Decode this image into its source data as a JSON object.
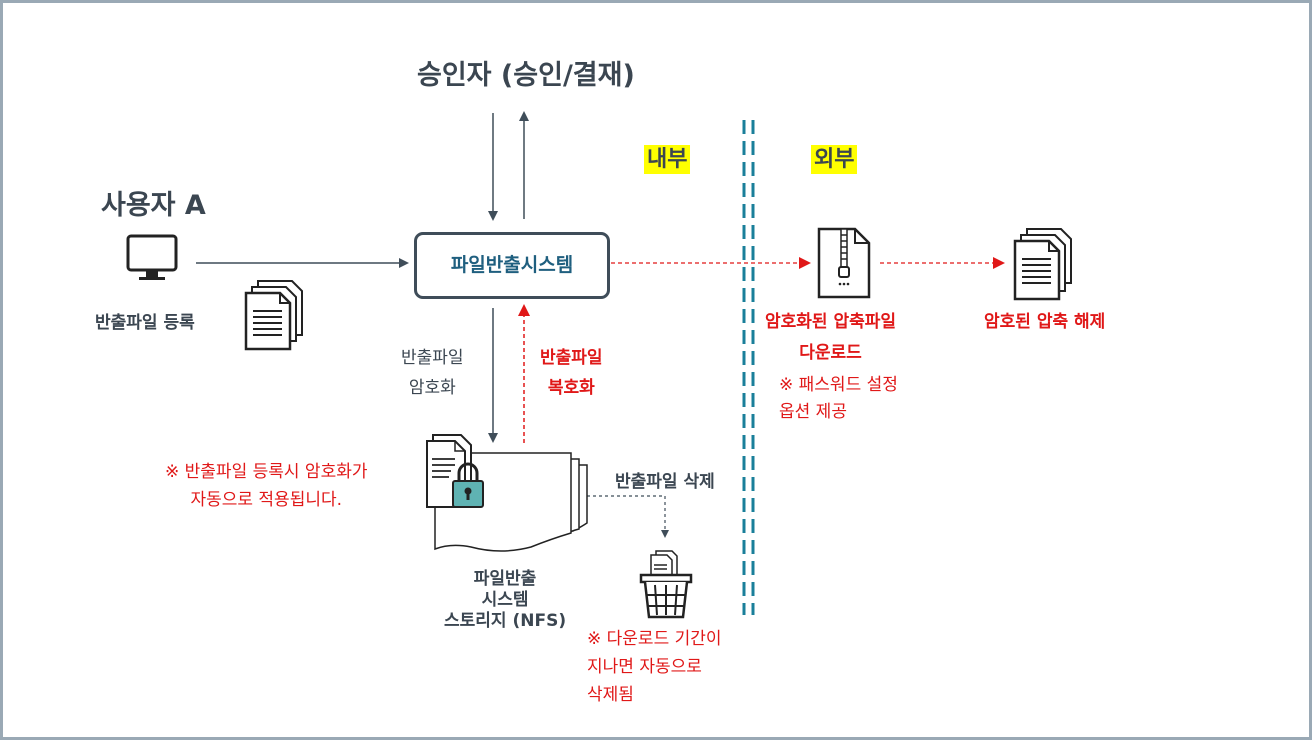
{
  "approver": {
    "title": "승인자 (승인/결재)"
  },
  "user": {
    "title": "사용자 A",
    "register_label": "반출파일 등록"
  },
  "zones": {
    "internal": "내부",
    "external": "외부"
  },
  "system": {
    "label": "파일반출시스템"
  },
  "flows": {
    "encrypt_line1": "반출파일",
    "encrypt_line2": "암호화",
    "decrypt_line1": "반출파일",
    "decrypt_line2": "복호화",
    "delete_label": "반출파일 삭제"
  },
  "notes": {
    "auto_encrypt_line1": "※ 반출파일 등록시 암호화가",
    "auto_encrypt_line2": "자동으로 적용됩니다.",
    "auto_delete_line1": "※ 다운로드 기간이",
    "auto_delete_line2": "지나면 자동으로",
    "auto_delete_line3": "삭제됨",
    "password_line1": "※ 패스워드 설정",
    "password_line2": "옵션 제공"
  },
  "storage": {
    "line1": "파일반출",
    "line2": "시스템",
    "line3": "스토리지 (NFS)"
  },
  "download": {
    "line1": "암호화된 압축파일",
    "line2": "다운로드"
  },
  "unzip": {
    "label": "암호된 압축 해제"
  },
  "icons": {
    "monitor": "monitor-icon",
    "document": "document-icon",
    "zip": "zip-file-icon",
    "locked_docs": "locked-document-icon",
    "trash": "trash-bin-icon"
  },
  "colors": {
    "dark": "#3f4d59",
    "red": "#e01818",
    "teal": "#1a7f9a",
    "highlight": "#ffff00"
  }
}
